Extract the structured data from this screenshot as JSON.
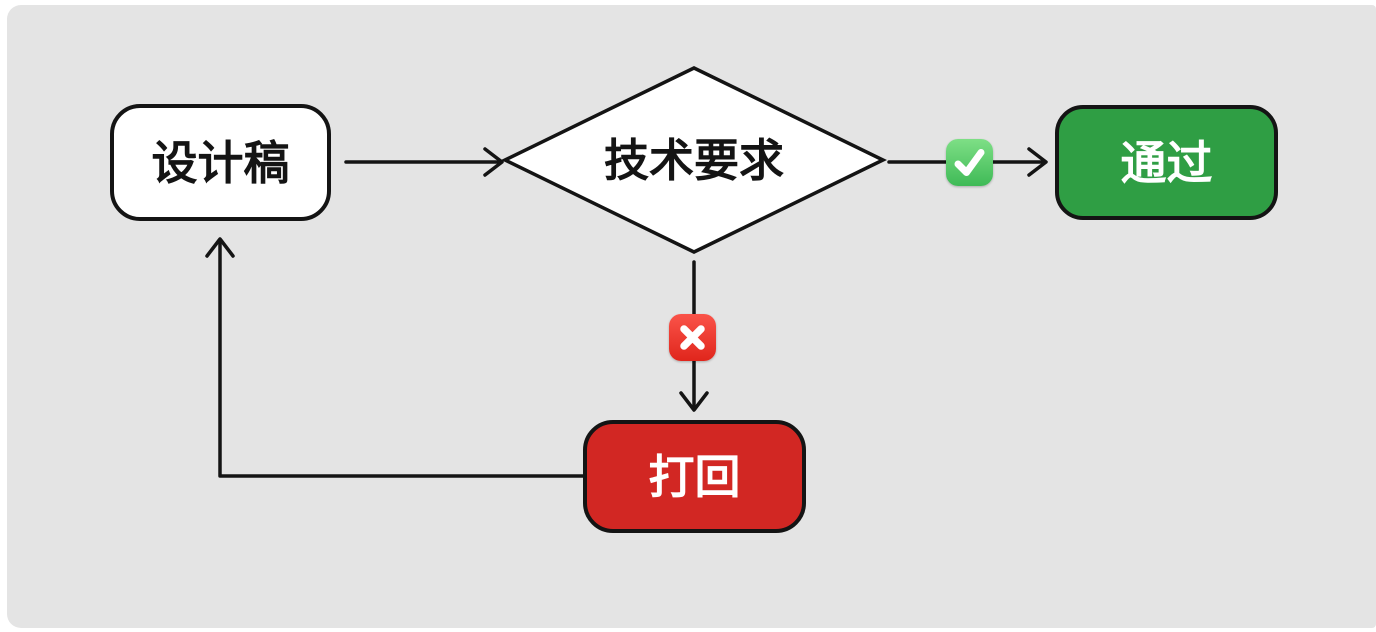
{
  "canvas": {
    "background": "#e4e4e4"
  },
  "stroke": {
    "color": "#141414"
  },
  "nodes": {
    "design": {
      "label": "设计稿",
      "fill": "#ffffff",
      "text_color": "#141414"
    },
    "decision": {
      "label": "技术要求",
      "fill": "#ffffff",
      "text_color": "#141414"
    },
    "approve": {
      "label": "通过",
      "fill": "#2f9e44",
      "text_color": "#ffffff"
    },
    "reject": {
      "label": "打回",
      "fill": "#d22723",
      "text_color": "#ffffff"
    }
  },
  "badges": {
    "pass": {
      "icon": "check-mark-button",
      "top_color": "#7edf86",
      "bottom_color": "#3fba57",
      "mark_color": "#ffffff"
    },
    "fail": {
      "icon": "cross-mark-button",
      "top_color": "#fa5349",
      "bottom_color": "#e0261c",
      "mark_color": "#ffffff"
    }
  }
}
